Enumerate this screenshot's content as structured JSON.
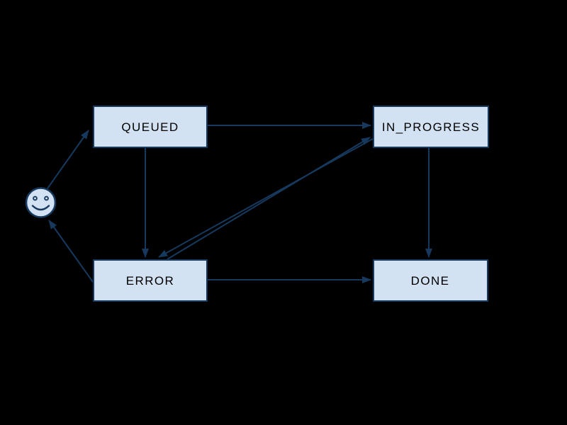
{
  "page": {
    "background_color": "#000000"
  },
  "diagram": {
    "type": "state-machine",
    "colors": {
      "node_fill": "#d3e2f2",
      "node_border": "#17395e",
      "edge": "#17395e",
      "node_text": "#000000"
    },
    "nodes": [
      {
        "id": "start",
        "kind": "smiley-start-state",
        "label": ""
      },
      {
        "id": "queued",
        "kind": "state",
        "label": "QUEUED"
      },
      {
        "id": "in_progress",
        "kind": "state",
        "label": "IN_PROGRESS"
      },
      {
        "id": "error",
        "kind": "state",
        "label": "ERROR"
      },
      {
        "id": "done",
        "kind": "state",
        "label": "DONE"
      }
    ],
    "edges": [
      {
        "from": "start",
        "to": "queued"
      },
      {
        "from": "queued",
        "to": "in_progress"
      },
      {
        "from": "queued",
        "to": "error"
      },
      {
        "from": "in_progress",
        "to": "error"
      },
      {
        "from": "error",
        "to": "in_progress"
      },
      {
        "from": "in_progress",
        "to": "done"
      },
      {
        "from": "error",
        "to": "done"
      },
      {
        "from": "error",
        "to": "start"
      }
    ]
  }
}
